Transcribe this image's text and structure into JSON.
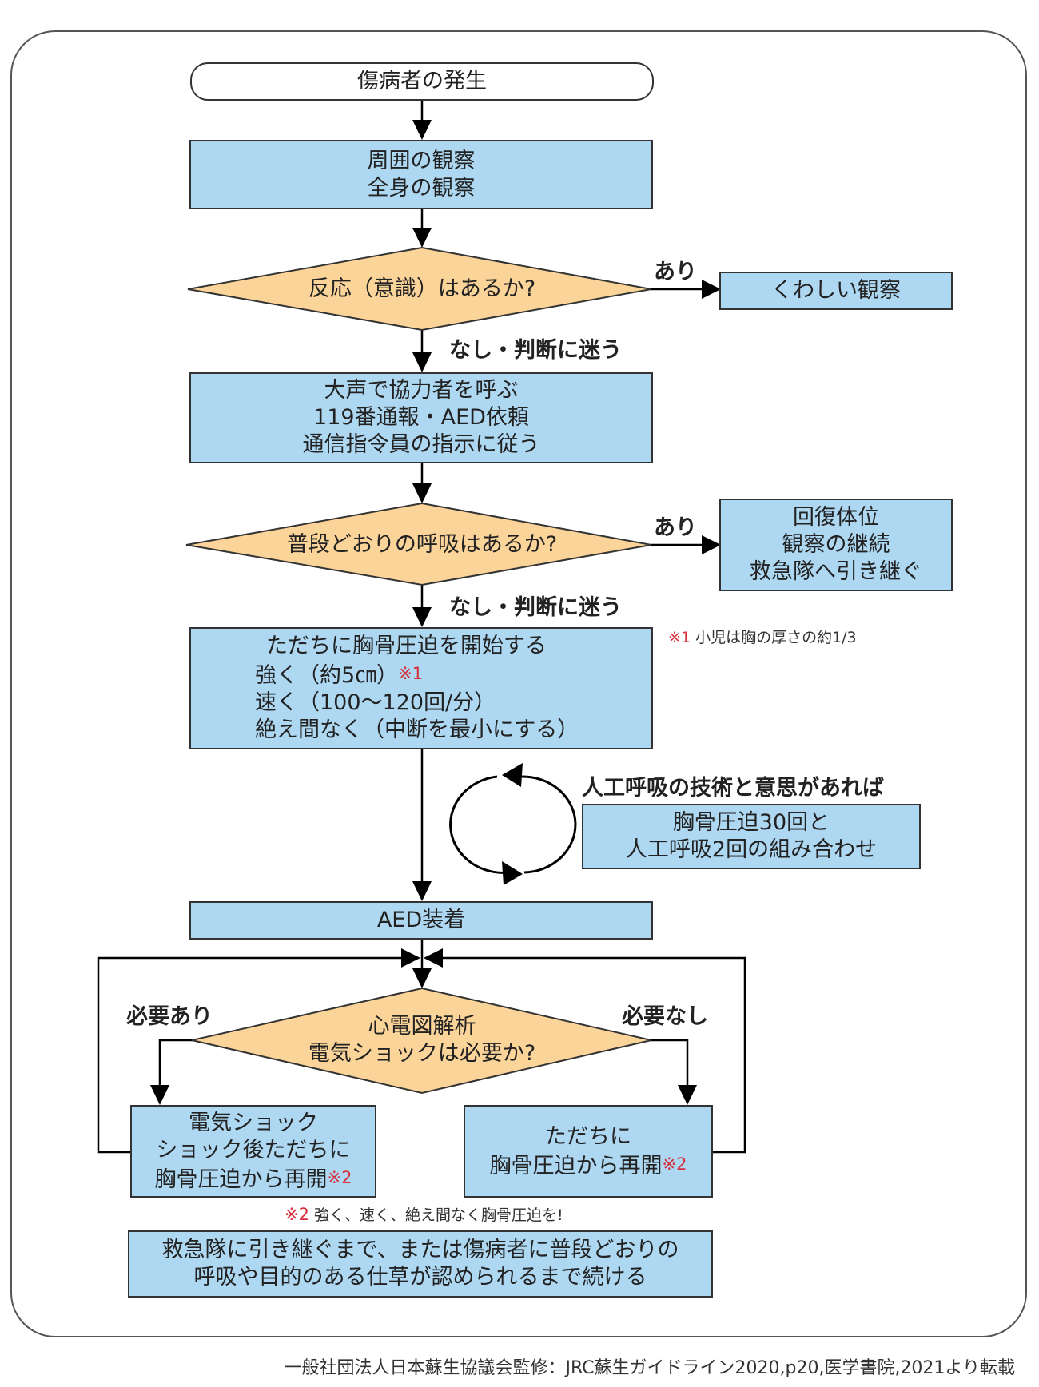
{
  "start": "傷病者の発生",
  "observe": [
    "周囲の観察",
    "全身の観察"
  ],
  "q1": {
    "text": "反応（意識）はあるか?",
    "yes": "あり",
    "no": "なし・判断に迷う"
  },
  "q1_yes_box": "くわしい観察",
  "call": [
    "大声で協力者を呼ぶ",
    "119番通報・AED依頼",
    "通信指令員の指示に従う"
  ],
  "q2": {
    "text": "普段どおりの呼吸はあるか?",
    "yes": "あり",
    "no": "なし・判断に迷う"
  },
  "q2_yes_box": [
    "回復体位",
    "観察の継続",
    "救急隊へ引き継ぐ"
  ],
  "cpr": {
    "title": "ただちに胸骨圧迫を開始する",
    "lines": [
      "強く（約5㎝）",
      "速く（100～120回/分）",
      "絶え間なく（中断を最小にする）"
    ],
    "mark": "※1"
  },
  "note1": {
    "mark": "※1",
    "text": "小児は胸の厚さの約1/3"
  },
  "breath": {
    "label": "人工呼吸の技術と意思があれば",
    "box": [
      "胸骨圧迫30回と",
      "人工呼吸2回の組み合わせ"
    ]
  },
  "aed": "AED装着",
  "q3": {
    "lines": [
      "心電図解析",
      "電気ショックは必要か?"
    ],
    "yes": "必要あり",
    "no": "必要なし"
  },
  "shock_box": {
    "lines": [
      "電気ショック",
      "ショック後ただちに",
      "胸骨圧迫から再開"
    ],
    "mark": "※2"
  },
  "noshock_box": {
    "lines": [
      "ただちに",
      "胸骨圧迫から再開"
    ],
    "mark": "※2"
  },
  "note2": {
    "mark": "※2",
    "text": "強く、速く、絶え間なく胸骨圧迫を!"
  },
  "continue": [
    "救急隊に引き継ぐまで、または傷病者に普段どおりの",
    "呼吸や目的のある仕草が認められるまで続ける"
  ],
  "source": "一般社団法人日本蘇生協議会監修：JRC蘇生ガイドライン2020,p20,医学書院,2021より転載",
  "colors": {
    "box": "#aed8f2",
    "diamond": "#fbd49a",
    "accent": "#d6303c"
  }
}
